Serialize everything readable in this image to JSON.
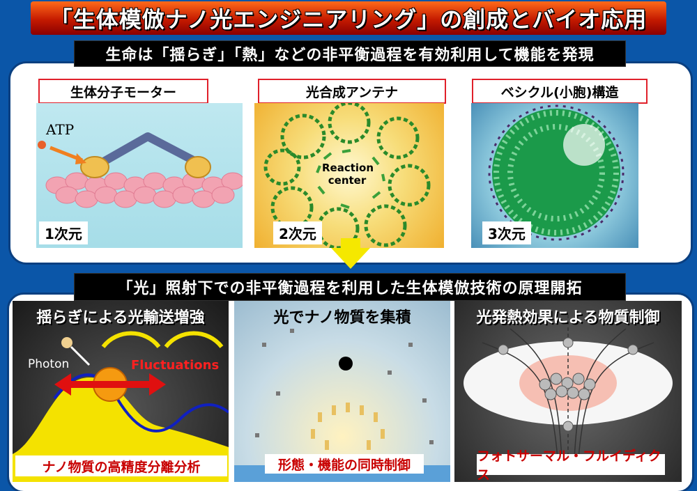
{
  "title": "「生体模倣ナノ光エンジニアリング」の創成とバイオ応用",
  "banner_top": "生命は「揺らぎ」「熱」などの非平衡過程を有効利用して機能を発現",
  "banner_bottom": "「光」照射下での非平衡過程を利用した生体模倣技術の原理開拓",
  "top_panels": [
    {
      "label": "生体分子モーター",
      "dimension": "1次元",
      "annotation": "ATP"
    },
    {
      "label": "光合成アンテナ",
      "dimension": "2次元",
      "annotation_line1": "Reaction",
      "annotation_line2": "center"
    },
    {
      "label": "ベシクル(小胞)構造",
      "dimension": "3次元"
    }
  ],
  "bottom_panels": [
    {
      "title": "揺らぎによる光輸送増強",
      "caption": "ナノ物質の高精度分離分析",
      "photon_label": "Photon",
      "fluct_label": "Fluctuations"
    },
    {
      "title": "光でナノ物質を集積",
      "caption": "形態・機能の同時制御"
    },
    {
      "title": "光発熱効果による物質制御",
      "caption": "フォトサーマル・フルイディクス"
    }
  ],
  "colors": {
    "title_red": "#c41a00",
    "label_border": "#e0202a",
    "caption_text": "#c80000",
    "background_blue": "#0b56a8"
  }
}
